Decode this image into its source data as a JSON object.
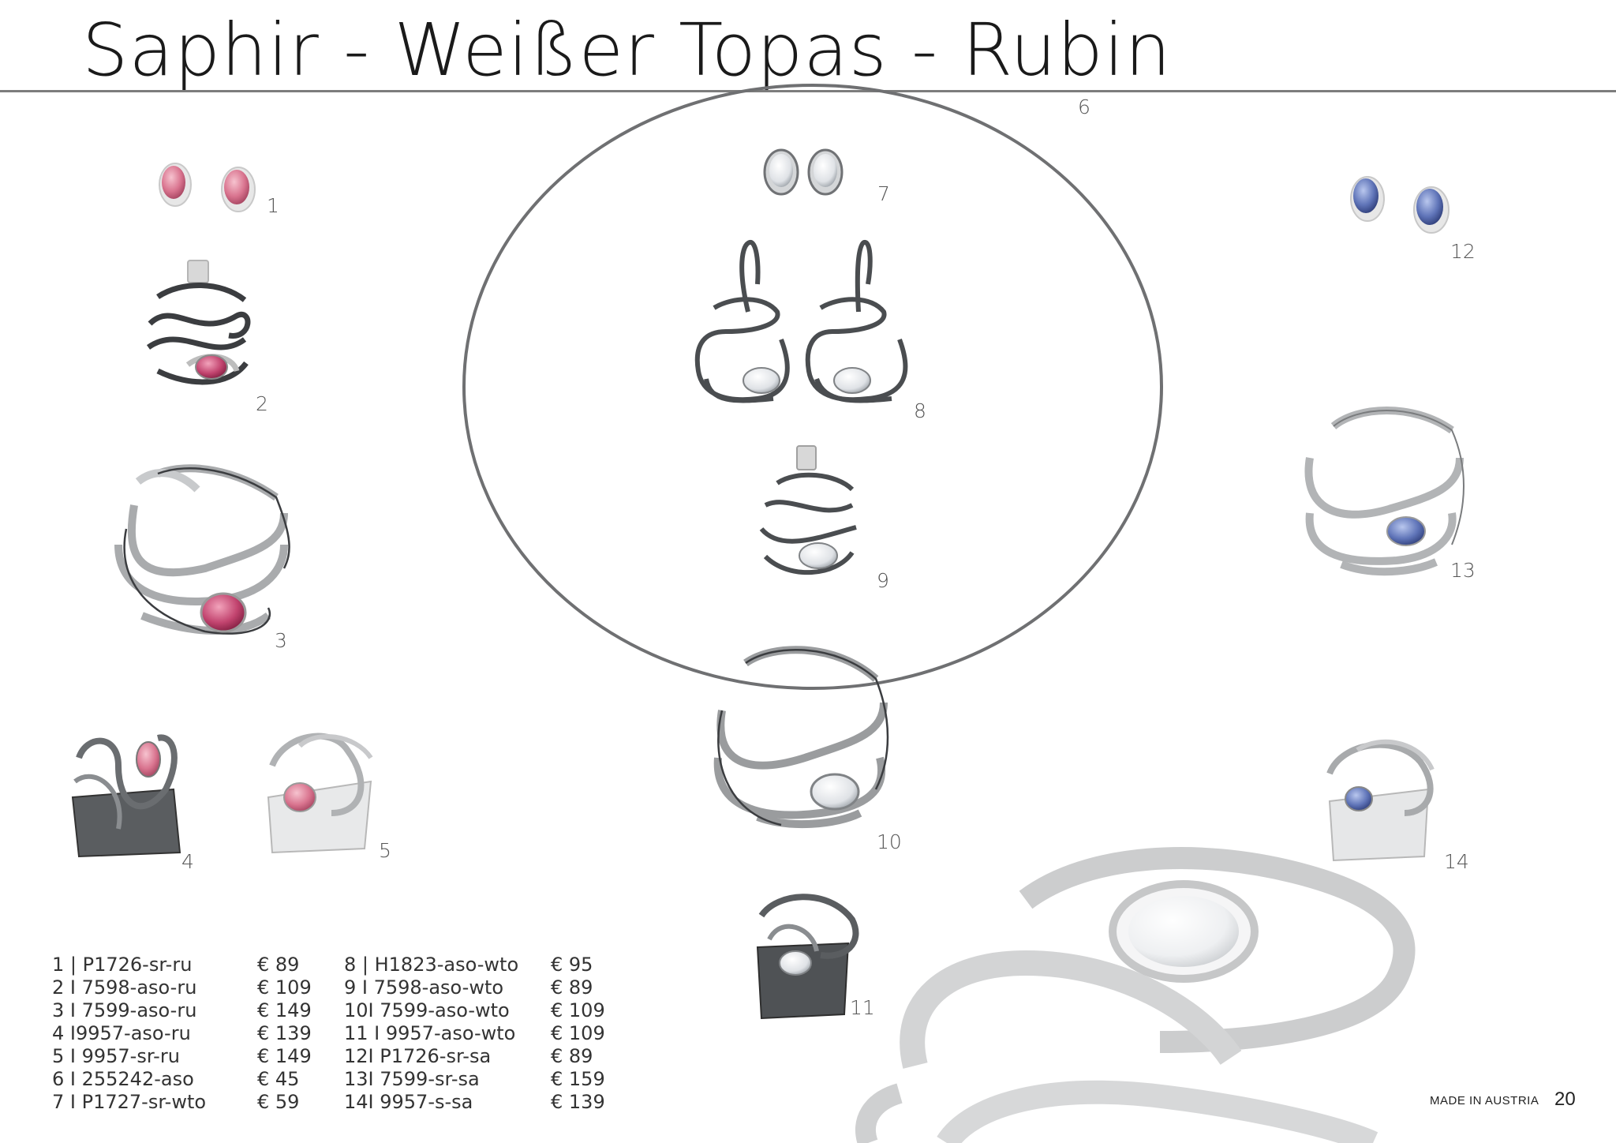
{
  "header": {
    "title": "Saphir - Weißer Topas - Rubin"
  },
  "item_numbers": [
    "1",
    "2",
    "3",
    "4",
    "5",
    "6",
    "7",
    "8",
    "9",
    "10",
    "11",
    "12",
    "13",
    "14"
  ],
  "price_list": {
    "left_column": [
      {
        "code": "1 | P1726-sr-ru",
        "price": "€ 89"
      },
      {
        "code": "2 I 7598-aso-ru",
        "price": "€ 109"
      },
      {
        "code": "3 I 7599-aso-ru",
        "price": "€ 149"
      },
      {
        "code": "4 I9957-aso-ru",
        "price": "€ 139"
      },
      {
        "code": "5 I 9957-sr-ru",
        "price": "€ 149"
      },
      {
        "code": "6 I 255242-aso",
        "price": "€ 45"
      },
      {
        "code": "7 I P1727-sr-wto",
        "price": "€ 59"
      }
    ],
    "right_column": [
      {
        "code": "8 | H1823-aso-wto",
        "price": "€ 95"
      },
      {
        "code": "9 I 7598-aso-wto",
        "price": "€ 89"
      },
      {
        "code": "10I 7599-aso-wto",
        "price": "€ 109"
      },
      {
        "code": "11 I 9957-aso-wto",
        "price": "€ 109"
      },
      {
        "code": "12I P1726-sr-sa",
        "price": "€ 89"
      },
      {
        "code": "13I 7599-sr-sa",
        "price": "€ 159"
      },
      {
        "code": "14I 9957-s-sa",
        "price": "€ 139"
      }
    ]
  },
  "footer": {
    "made_in": "MADE IN AUSTRIA",
    "page_number": "20"
  },
  "colors": {
    "ruby": "#c2446f",
    "ruby_light": "#d9748f",
    "sapphire": "#5f74b8",
    "topaz": "#e3e6ea",
    "silver": "#b9bcbf",
    "oxidized": "#4a4d50"
  }
}
